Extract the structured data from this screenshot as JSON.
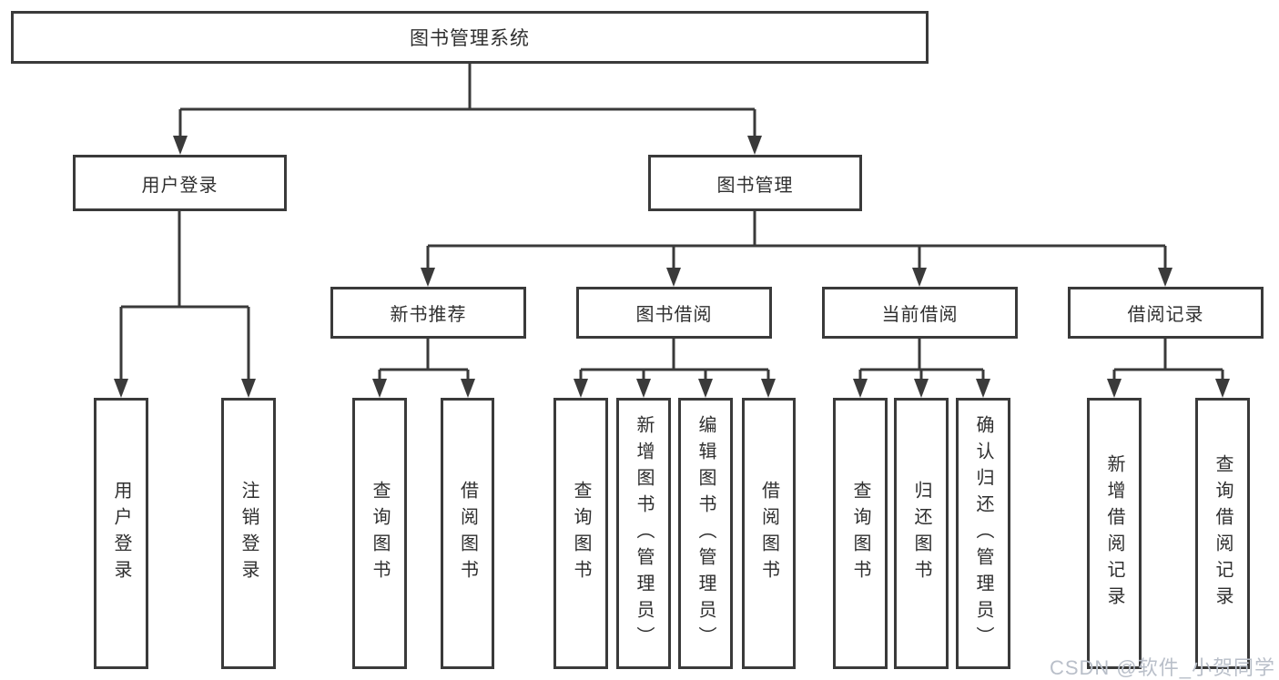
{
  "colors": {
    "line": "#3a3a3a",
    "text": "#2f2f2f",
    "box_background": "#ffffff",
    "background": "#ffffff",
    "watermark": "#b9bfc9"
  },
  "tree": {
    "root": {
      "label": "图书管理系统"
    },
    "branches": [
      {
        "label": "用户登录",
        "children": [
          {
            "label": "用户登录"
          },
          {
            "label": "注销登录"
          }
        ]
      },
      {
        "label": "图书管理",
        "children": [
          {
            "label": "新书推荐",
            "children": [
              {
                "label": "查询图书"
              },
              {
                "label": "借阅图书"
              }
            ]
          },
          {
            "label": "图书借阅",
            "children": [
              {
                "label": "查询图书"
              },
              {
                "label": "新增图书（管理员）"
              },
              {
                "label": "编辑图书（管理员）"
              },
              {
                "label": "借阅图书"
              }
            ]
          },
          {
            "label": "当前借阅",
            "children": [
              {
                "label": "查询图书"
              },
              {
                "label": "归还图书"
              },
              {
                "label": "确认归还（管理员）"
              }
            ]
          },
          {
            "label": "借阅记录",
            "children": [
              {
                "label": "新增借阅记录"
              },
              {
                "label": "查询借阅记录"
              }
            ]
          }
        ]
      }
    ]
  },
  "watermark": {
    "text": "CSDN @软件_小贺同学"
  }
}
